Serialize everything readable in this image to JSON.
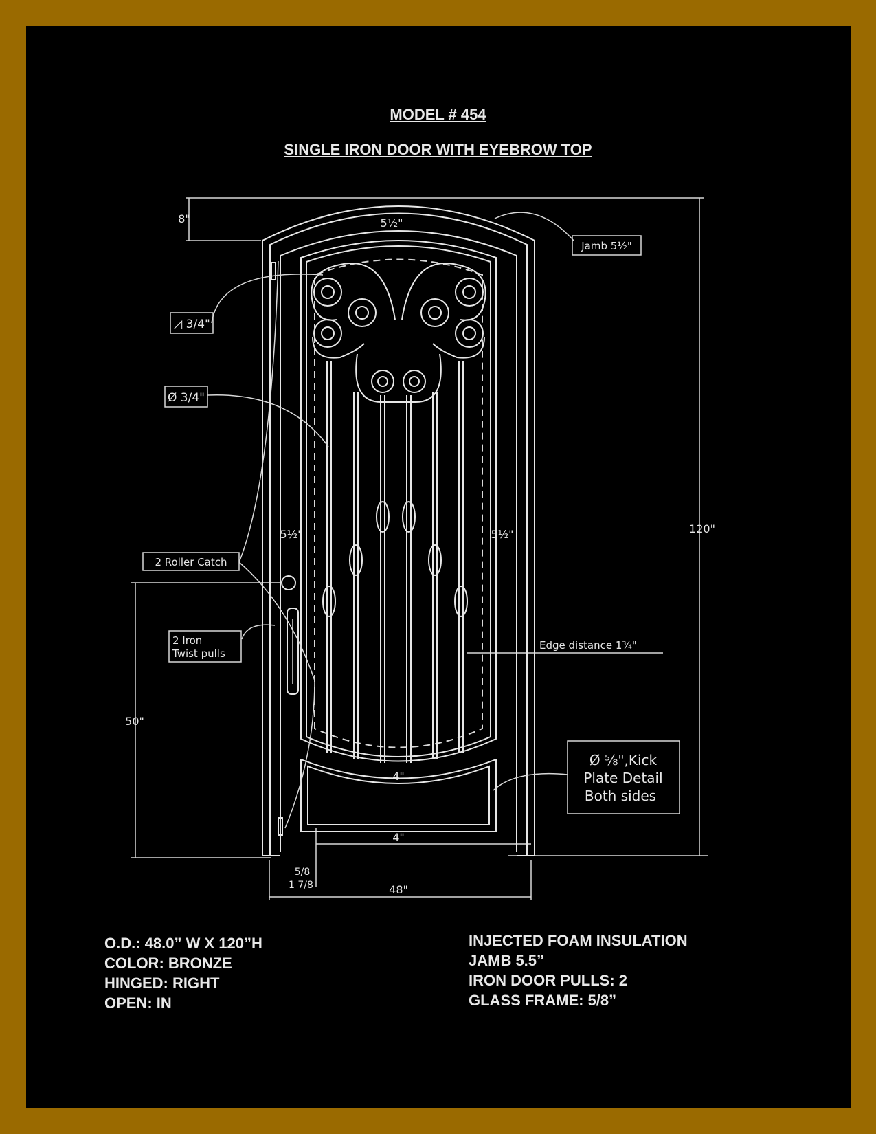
{
  "header": {
    "model": "MODEL # 454",
    "subtitle": "SINGLE IRON DOOR WITH EYEBROW TOP"
  },
  "dimensions": {
    "top_rise": "8\"",
    "top_rail": "5½\"",
    "left_stile": "5½\"",
    "right_stile": "5½\"",
    "total_height": "120\"",
    "handle_height": "50\"",
    "mid_rail": "4\"",
    "bottom_rail": "4\"",
    "total_width": "48\"",
    "sill_top": "5/8",
    "sill_bottom": "1 7/8"
  },
  "callouts": {
    "jamb": "Jamb 5½\"",
    "square_bar": "◿ 3/4\"",
    "round_bar": "Ø 3/4\"",
    "roller_catch": "2 Roller Catch",
    "pulls_line1": "2 Iron",
    "pulls_line2": "Twist pulls",
    "edge_distance": "Edge distance 1¾\"",
    "kick_line1": "Ø ⅝\",Kick",
    "kick_line2": "Plate Detail",
    "kick_line3": "Both sides"
  },
  "specs_left": [
    "O.D.: 48.0” W X 120”H",
    "COLOR: BRONZE",
    "HINGED: RIGHT",
    "OPEN: IN"
  ],
  "specs_right": [
    "INJECTED FOAM INSULATION",
    "JAMB 5.5”",
    "IRON DOOR PULLS: 2",
    "GLASS FRAME: 5/8”"
  ],
  "colors": {
    "border": "#9a6a00",
    "background": "#000000",
    "line": "#e6e6e6"
  }
}
